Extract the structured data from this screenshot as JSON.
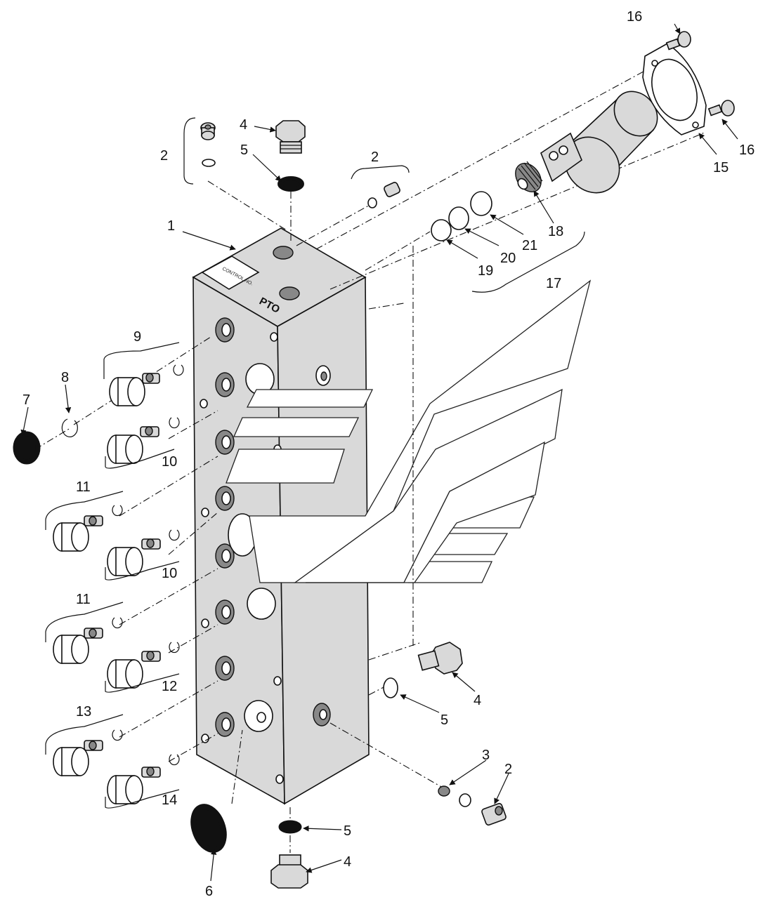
{
  "labels": {
    "l1": "1",
    "l2a": "2",
    "l2b": "2",
    "l2c": "2",
    "l3": "3",
    "l4a": "4",
    "l4b": "4",
    "l4c": "4",
    "l5a": "5",
    "l5b": "5",
    "l5c": "5",
    "l6": "6",
    "l7": "7",
    "l8": "8",
    "l9": "9",
    "l10a": "10",
    "l10b": "10",
    "l11a": "11",
    "l11b": "11",
    "l12": "12",
    "l13": "13",
    "l14": "14",
    "l15": "15",
    "l16a": "16",
    "l16b": "16",
    "l17": "17",
    "l18": "18",
    "l19": "19",
    "l20": "20",
    "l21": "21"
  },
  "block_markings": {
    "control_plate_line1": "CONTROL NO.",
    "pto": "PTO"
  },
  "colors": {
    "line": "#111111",
    "body_fill": "#d9d9d9",
    "background": "#ffffff"
  }
}
